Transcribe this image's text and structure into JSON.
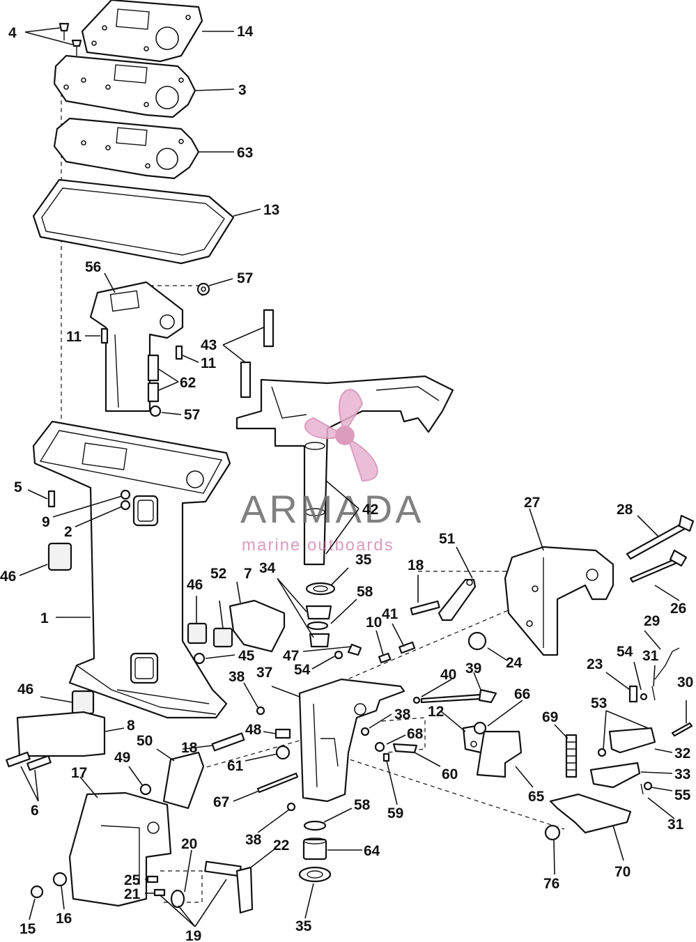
{
  "watermark": {
    "brand": "ARMADA",
    "tagline": "marine outboards",
    "colors": {
      "text": "#6a6a6a",
      "accent": "#d68bb3"
    }
  },
  "callouts": [
    {
      "id": "c4",
      "text": "4"
    },
    {
      "id": "c14",
      "text": "14"
    },
    {
      "id": "c3",
      "text": "3"
    },
    {
      "id": "c63",
      "text": "63"
    },
    {
      "id": "c13",
      "text": "13"
    },
    {
      "id": "c56",
      "text": "56"
    },
    {
      "id": "c57a",
      "text": "57"
    },
    {
      "id": "c11a",
      "text": "11"
    },
    {
      "id": "c11b",
      "text": "11"
    },
    {
      "id": "c43",
      "text": "43"
    },
    {
      "id": "c62",
      "text": "62"
    },
    {
      "id": "c57b",
      "text": "57"
    },
    {
      "id": "c5",
      "text": "5"
    },
    {
      "id": "c9",
      "text": "9"
    },
    {
      "id": "c2",
      "text": "2"
    },
    {
      "id": "c42",
      "text": "42"
    },
    {
      "id": "c46a",
      "text": "46"
    },
    {
      "id": "c1",
      "text": "1"
    },
    {
      "id": "c34",
      "text": "34"
    },
    {
      "id": "c35a",
      "text": "35"
    },
    {
      "id": "c51",
      "text": "51"
    },
    {
      "id": "c27",
      "text": "27"
    },
    {
      "id": "c28",
      "text": "28"
    },
    {
      "id": "c18a",
      "text": "18"
    },
    {
      "id": "c58a",
      "text": "58"
    },
    {
      "id": "c26",
      "text": "26"
    },
    {
      "id": "c7",
      "text": "7"
    },
    {
      "id": "c52",
      "text": "52"
    },
    {
      "id": "c46b",
      "text": "46"
    },
    {
      "id": "c41",
      "text": "41"
    },
    {
      "id": "c10",
      "text": "10"
    },
    {
      "id": "c29",
      "text": "29"
    },
    {
      "id": "c45",
      "text": "45"
    },
    {
      "id": "c47",
      "text": "47"
    },
    {
      "id": "c54a",
      "text": "54"
    },
    {
      "id": "c24",
      "text": "24"
    },
    {
      "id": "c23",
      "text": "23"
    },
    {
      "id": "c54b",
      "text": "54"
    },
    {
      "id": "c31a",
      "text": "31"
    },
    {
      "id": "c38a",
      "text": "38"
    },
    {
      "id": "c37",
      "text": "37"
    },
    {
      "id": "c40",
      "text": "40"
    },
    {
      "id": "c39",
      "text": "39"
    },
    {
      "id": "c30",
      "text": "30"
    },
    {
      "id": "c46c",
      "text": "46"
    },
    {
      "id": "c66",
      "text": "66"
    },
    {
      "id": "c53",
      "text": "53"
    },
    {
      "id": "c8",
      "text": "8"
    },
    {
      "id": "c12",
      "text": "12"
    },
    {
      "id": "c38b",
      "text": "38"
    },
    {
      "id": "c69",
      "text": "69"
    },
    {
      "id": "c48",
      "text": "48"
    },
    {
      "id": "c68",
      "text": "68"
    },
    {
      "id": "c32",
      "text": "32"
    },
    {
      "id": "c50",
      "text": "50"
    },
    {
      "id": "c18b",
      "text": "18"
    },
    {
      "id": "c61",
      "text": "61"
    },
    {
      "id": "c60",
      "text": "60"
    },
    {
      "id": "c49",
      "text": "49"
    },
    {
      "id": "c33",
      "text": "33"
    },
    {
      "id": "c6",
      "text": "6"
    },
    {
      "id": "c17",
      "text": "17"
    },
    {
      "id": "c65",
      "text": "65"
    },
    {
      "id": "c55",
      "text": "55"
    },
    {
      "id": "c67",
      "text": "67"
    },
    {
      "id": "c59",
      "text": "59"
    },
    {
      "id": "c58b",
      "text": "58"
    },
    {
      "id": "c31b",
      "text": "31"
    },
    {
      "id": "c38c",
      "text": "38"
    },
    {
      "id": "c20",
      "text": "20"
    },
    {
      "id": "c22",
      "text": "22"
    },
    {
      "id": "c64",
      "text": "64"
    },
    {
      "id": "c25",
      "text": "25"
    },
    {
      "id": "c21",
      "text": "21"
    },
    {
      "id": "c76",
      "text": "76"
    },
    {
      "id": "c70",
      "text": "70"
    },
    {
      "id": "c15",
      "text": "15"
    },
    {
      "id": "c16",
      "text": "16"
    },
    {
      "id": "c19",
      "text": "19"
    },
    {
      "id": "c35b",
      "text": "35"
    }
  ]
}
